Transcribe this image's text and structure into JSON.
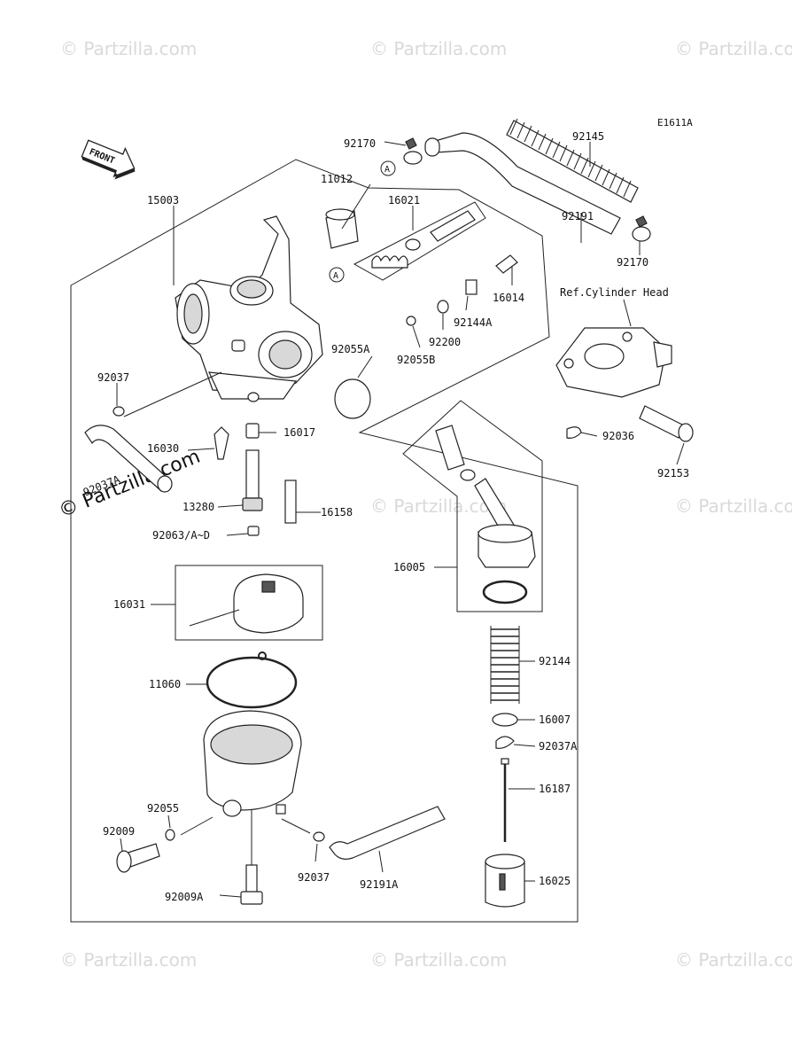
{
  "diagram_code": "E1611A",
  "front_label": "FRONT",
  "ref_text": "Ref.Cylinder Head",
  "callout_marker": "A",
  "watermark_text": "© Partzilla.com",
  "watermark_large_text": "© Partzilla.com",
  "parts": {
    "p92170a": "92170",
    "p92145": "92145",
    "p11012": "11012",
    "p15003": "15003",
    "p16021": "16021",
    "p92191": "92191",
    "p92170b": "92170",
    "p16014": "16014",
    "p92144A": "92144A",
    "p92200": "92200",
    "p92055A": "92055A",
    "p92055B": "92055B",
    "p92037": "92037",
    "p16017": "16017",
    "p16030": "16030",
    "p92037A_left": "92037A",
    "p13280": "13280",
    "p16158": "16158",
    "p92063": "92063/A~D",
    "p92036": "92036",
    "p92153": "92153",
    "p16005": "16005",
    "p16031": "16031",
    "p11060": "11060",
    "p92144": "92144",
    "p16007": "16007",
    "p92037A": "92037A",
    "p16187": "16187",
    "p92055": "92055",
    "p92009": "92009",
    "p92037b": "92037",
    "p92191A": "92191A",
    "p16025": "16025",
    "p92009A": "92009A"
  }
}
